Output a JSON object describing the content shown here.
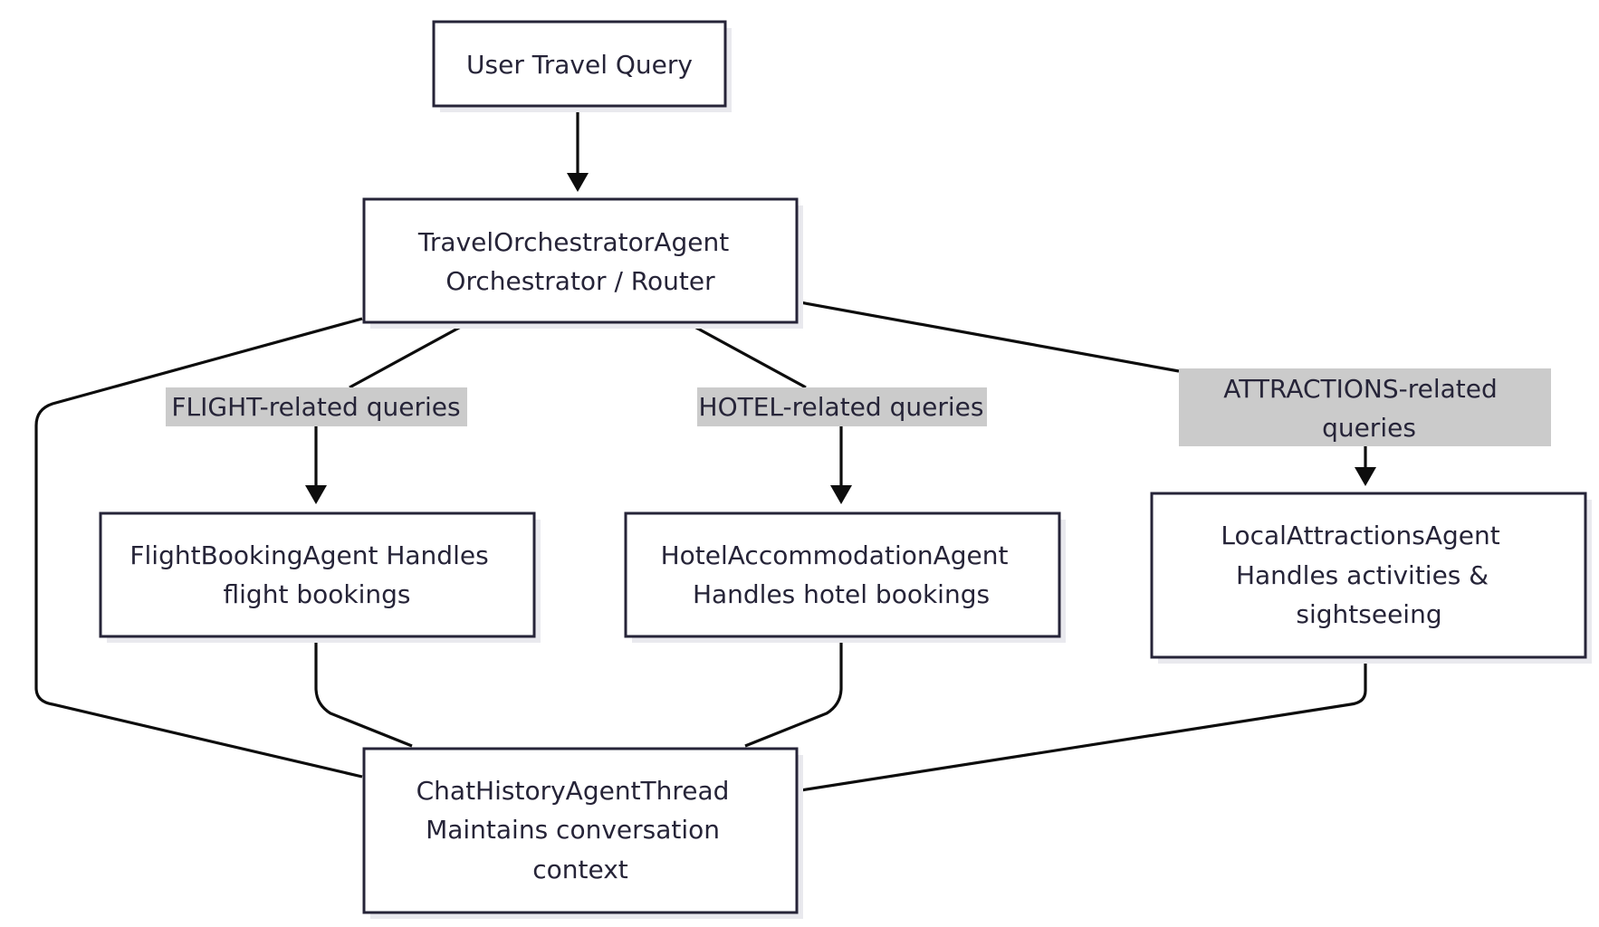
{
  "nodes": {
    "query": {
      "lines": [
        "User Travel Query"
      ]
    },
    "orchestrator": {
      "lines": [
        "TravelOrchestratorAgent",
        "Orchestrator / Router"
      ]
    },
    "flight": {
      "lines": [
        "FlightBookingAgent Handles",
        "flight bookings"
      ]
    },
    "hotel": {
      "lines": [
        "HotelAccommodationAgent",
        "Handles hotel bookings"
      ]
    },
    "attractions": {
      "lines": [
        "LocalAttractionsAgent",
        "Handles activities &",
        "sightseeing"
      ]
    },
    "history": {
      "lines": [
        "ChatHistoryAgentThread",
        "Maintains conversation",
        "context"
      ]
    }
  },
  "edge_labels": {
    "flight": {
      "lines": [
        "FLIGHT-related queries"
      ]
    },
    "hotel": {
      "lines": [
        "HOTEL-related queries"
      ]
    },
    "attractions": {
      "lines": [
        "ATTRACTIONS-related",
        "queries"
      ]
    }
  },
  "colors": {
    "node_border": "#262438",
    "edge": "#0d0d0d",
    "label_background": "#cbcbcb",
    "text": "#262438"
  }
}
